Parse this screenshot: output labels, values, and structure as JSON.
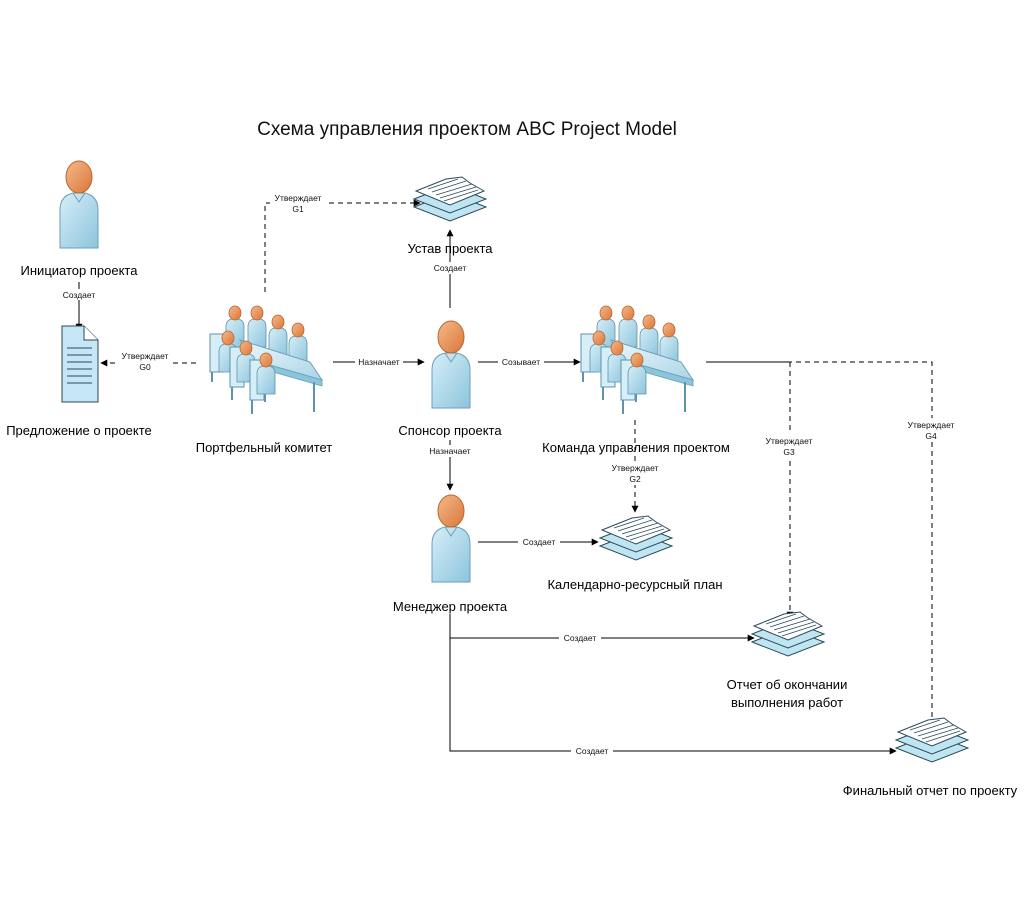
{
  "title": "Схема управления проектом ABC Project Model",
  "nodes": {
    "initiator": "Инициатор проекта",
    "proposal": "Предложение о проекте",
    "portfolio_committee": "Портфельный комитет",
    "charter": "Устав проекта",
    "sponsor": "Спонсор проекта",
    "pm_team": "Команда управления проектом",
    "manager": "Менеджер проекта",
    "schedule_plan": "Календарно-ресурсный план",
    "completion_report_line1": "Отчет об окончании",
    "completion_report_line2": "выполнения работ",
    "final_report": "Финальный отчет по проекту"
  },
  "edges": {
    "initiator_creates": "Создает",
    "g0_line1": "Утверждает",
    "g0_line2": "G0",
    "g1_line1": "Утверждает",
    "g1_line2": "G1",
    "committee_appoints": "Назначает",
    "sponsor_creates": "Создает",
    "sponsor_convenes": "Созывает",
    "sponsor_appoints": "Назначает",
    "g2_line1": "Утверждает",
    "g2_line2": "G2",
    "g3_line1": "Утверждает",
    "g3_line2": "G3",
    "g4_line1": "Утверждает",
    "g4_line2": "G4",
    "manager_creates_plan": "Создает",
    "manager_creates_completion": "Создает",
    "manager_creates_final": "Создает"
  },
  "icons": {
    "person": "person-icon",
    "meeting": "meeting-icon",
    "document": "document-icon",
    "document_stack": "document-stack-icon"
  },
  "colors": {
    "skin": "#ef9a5a",
    "body": "#b7dcec",
    "doc_fill": "#c5e6f4",
    "line": "#000000"
  }
}
